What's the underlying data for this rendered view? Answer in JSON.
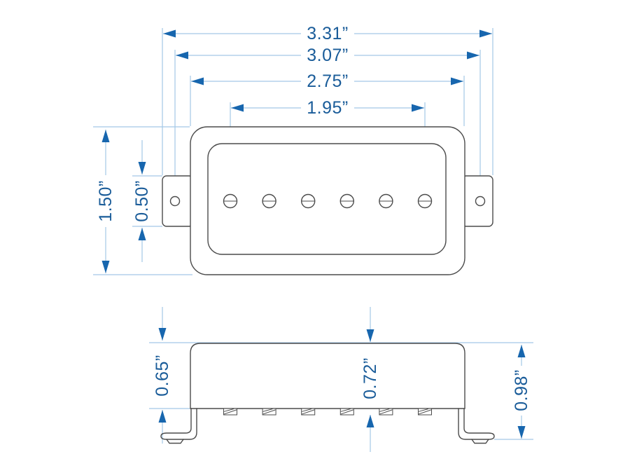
{
  "drawing": {
    "subject": "Guitar pickup dimension drawing, top view and side view",
    "unit_suffix": "”",
    "views": {
      "top_view": {
        "pole_pieces": 6,
        "mounting_holes": 2,
        "dims": {
          "overall_width": "3.31”",
          "mounting_hole_spacing": "3.07”",
          "cover_width": "2.75”",
          "pole_spread": "1.95”",
          "cover_length": "1.50”",
          "mounting_tab_width": "0.50”"
        }
      },
      "side_view": {
        "pole_screw_tips": 6,
        "dims": {
          "cover_height": "0.65”",
          "height_with_pole_tips": "0.72”",
          "overall_height_with_legs": "0.98”"
        }
      }
    },
    "colors": {
      "outline": "#4b4b4b",
      "dimension_line": "#a3c8e6",
      "arrow": "#1766ae",
      "label_text": "#1a5c99",
      "background": "#ffffff"
    }
  }
}
